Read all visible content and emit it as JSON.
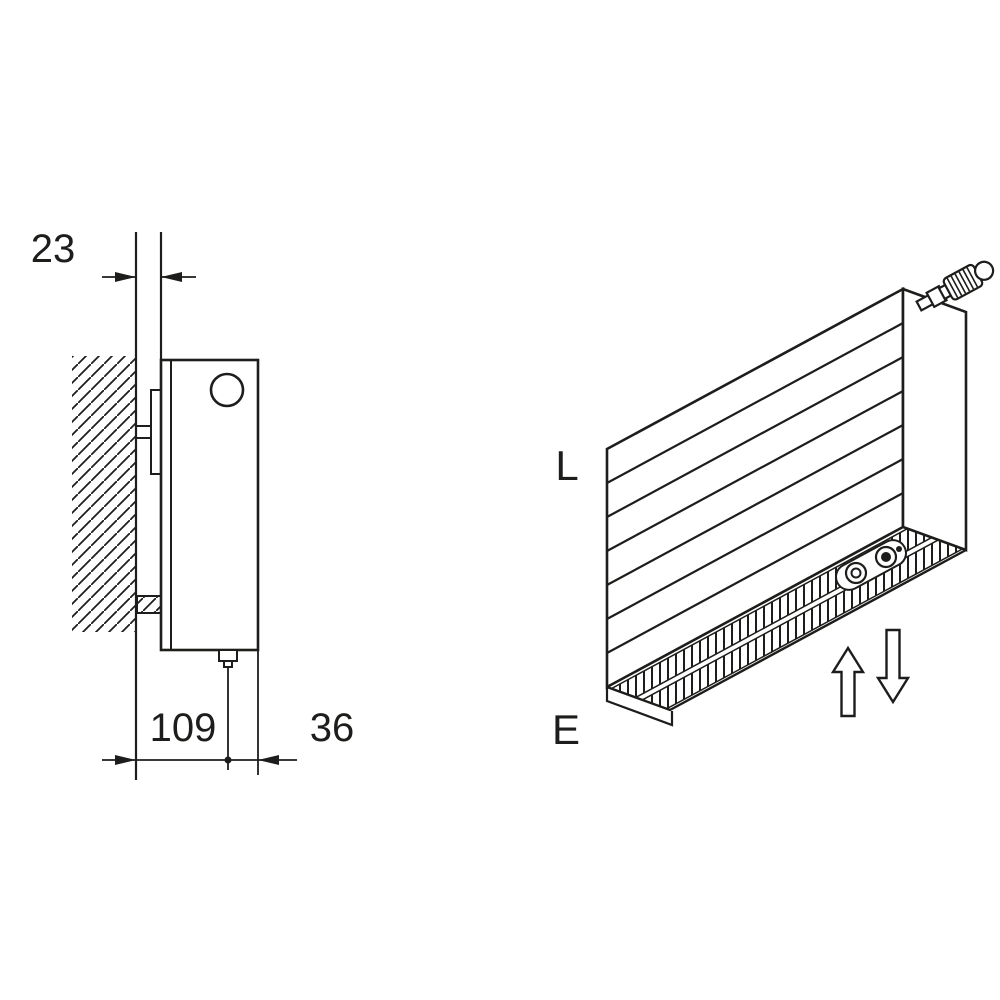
{
  "colors": {
    "line": "#1d1d1b",
    "background": "#ffffff"
  },
  "side_view": {
    "dim_wall_gap": "23",
    "dim_depth": "109",
    "dim_front": "36"
  },
  "iso_view": {
    "label_l": "L",
    "label_e": "E"
  }
}
